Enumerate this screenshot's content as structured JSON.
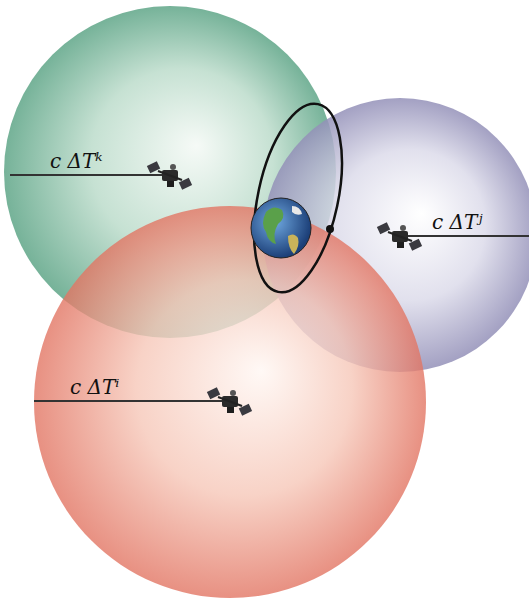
{
  "diagram": {
    "nodes": [
      {
        "text": [
          "c ΔTᵏ"
        ]
      },
      {
        "text": [
          "c ΔTʲ"
        ]
      },
      {
        "text": [
          "c ΔTⁱ"
        ]
      }
    ]
  }
}
